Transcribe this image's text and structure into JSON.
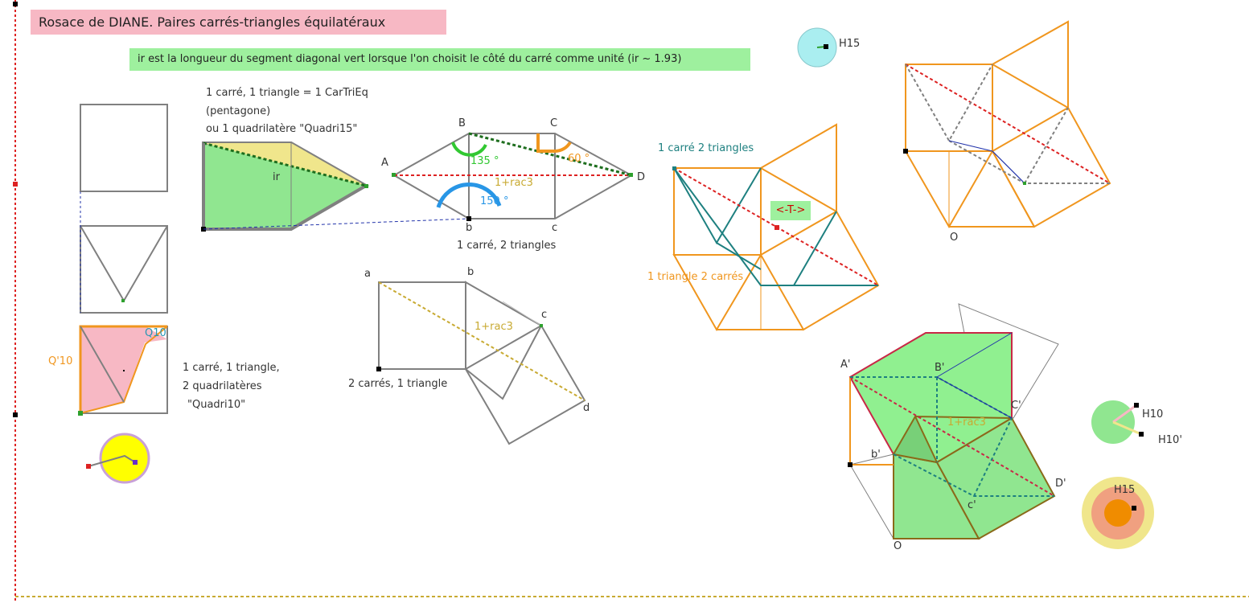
{
  "title": "Rosace de DIANE. Paires carrés-triangles équilatéraux",
  "note": "ir est la longueur du segment diagonal vert lorsque l'on choisit le côté du carré comme unité  (ir ~ 1.93)",
  "labels": {
    "h15_top": "H15",
    "pentagon_desc_1": "1 carré, 1 triangle = 1 CarTriEq",
    "pentagon_desc_2": "(pentagone)",
    "pentagon_desc_3": "ou 1 quadrilatère \"Quadri15\"",
    "ir": "ir",
    "q10": "Q10",
    "q10p": "Q'10",
    "quadri10_1": "1 carré, 1 triangle,",
    "quadri10_2": "2 quadrilatères",
    "quadri10_3": "\"Quadri10\"",
    "hex_A": "A",
    "hex_B": "B",
    "hex_C": "C",
    "hex_D": "D",
    "hex_b": "b",
    "hex_c": "c",
    "angle_135": "135 °",
    "angle_60": "60 °",
    "angle_150": "150 °",
    "rac3_hex": "1+rac3",
    "hex_desc": "1 carré, 2 triangles",
    "sq_a": "a",
    "sq_b": "b",
    "sq_c": "c",
    "sq_d": "d",
    "rac3_sq": "1+rac3",
    "sq_desc": "2 carrés, 1 triangle",
    "mid_top": "1 carré 2 triangles",
    "t_label": "<-T->",
    "mid_bottom": "1 triangle 2 carrés",
    "right_O": "O",
    "big_A": "A'",
    "big_B": "B'",
    "big_C": "C'",
    "big_D": "D'",
    "big_b": "b'",
    "big_c": "c'",
    "big_O": "O",
    "rac3_big": "1+rac3",
    "h10": "H10",
    "h10p": "H10'",
    "h15_bottom": "H15"
  },
  "colors": {
    "title_bg": "#f7b8c4",
    "note_bg": "#9ef09e",
    "gray": "#808080",
    "orange": "#f0961e",
    "teal": "#1e8080",
    "green_fill": "#90e690",
    "red_dash": "#dd2222",
    "crimson": "#c82846"
  }
}
